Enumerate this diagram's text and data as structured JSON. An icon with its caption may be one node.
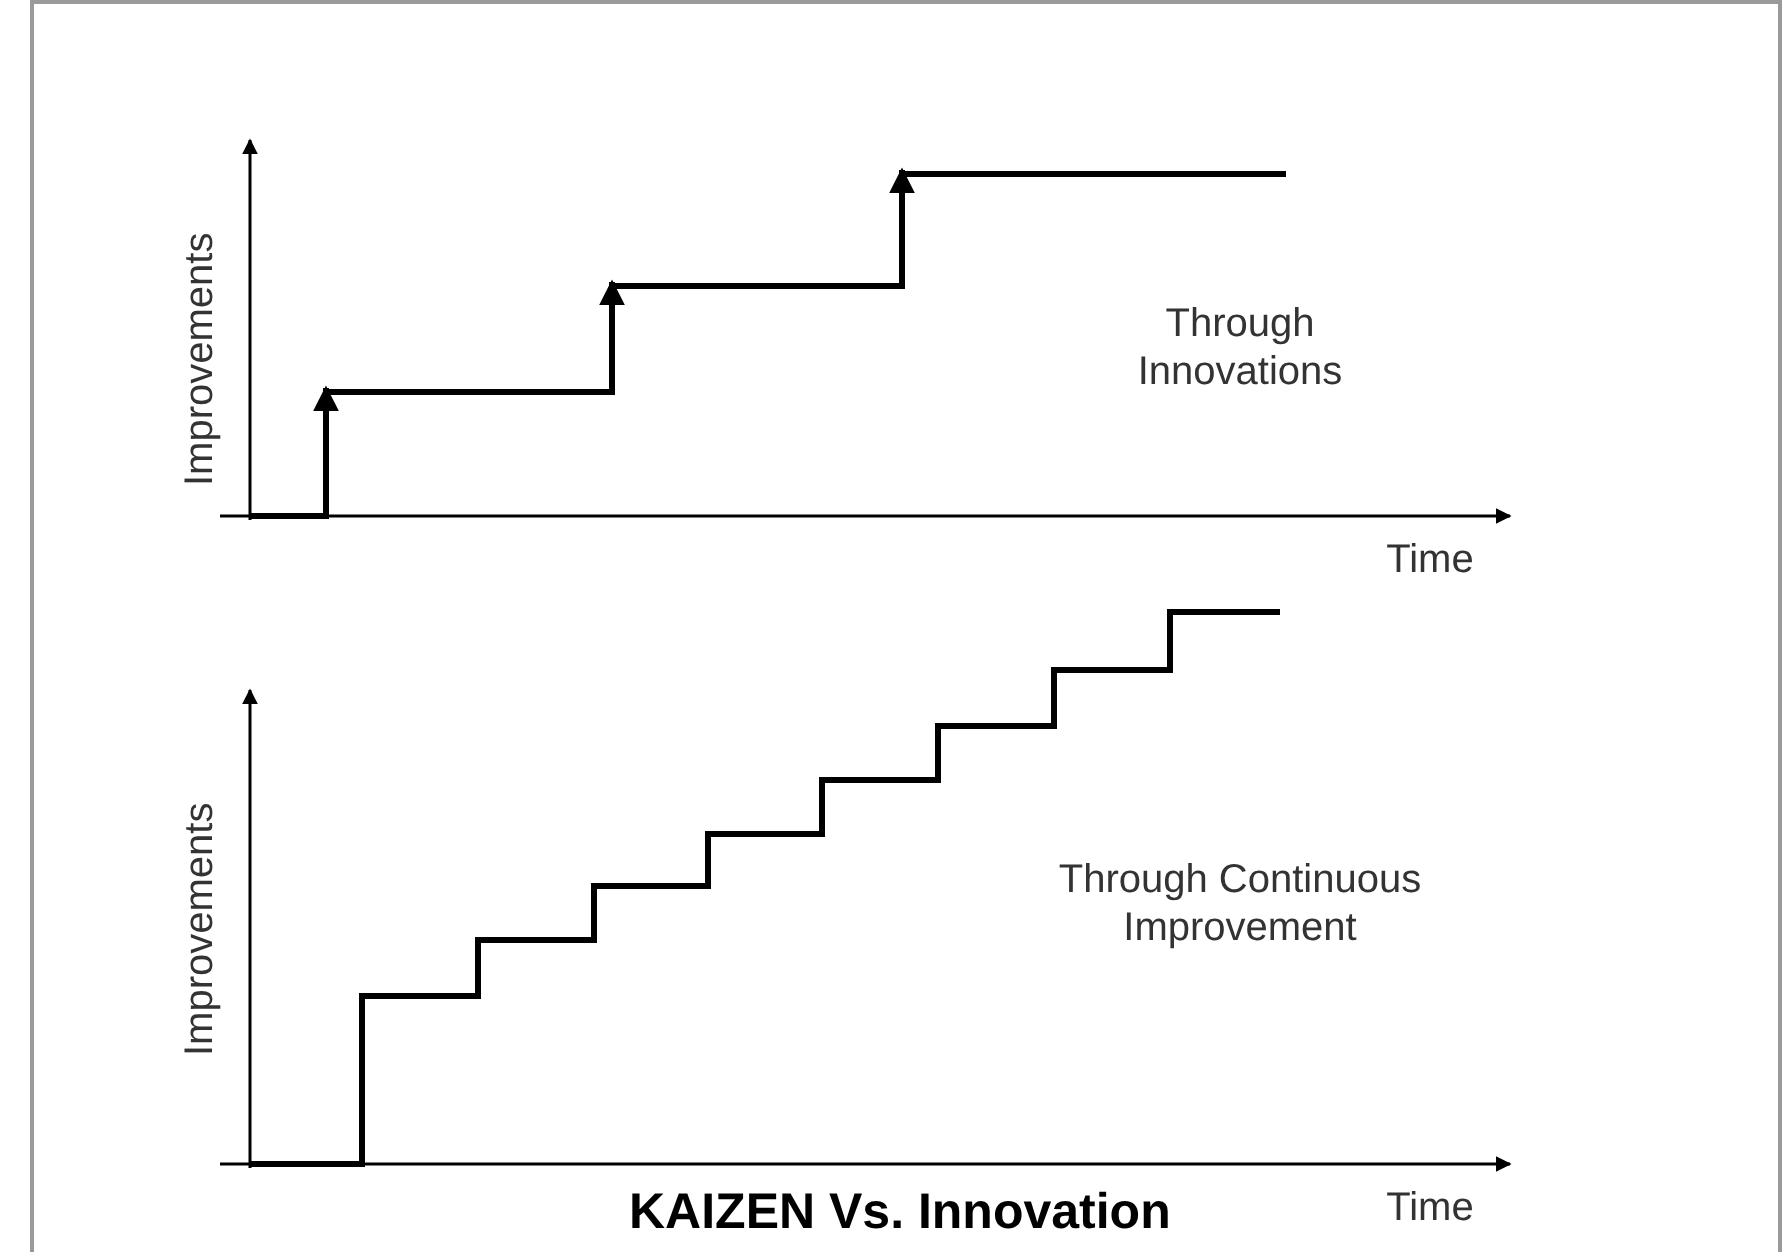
{
  "diagram": {
    "caption": "KAIZEN Vs. Innovation",
    "labels": [
      "Improvements",
      "Through Innovations",
      "Time",
      "Improvements",
      "Through Continuous Improvement",
      "Time"
    ]
  }
}
